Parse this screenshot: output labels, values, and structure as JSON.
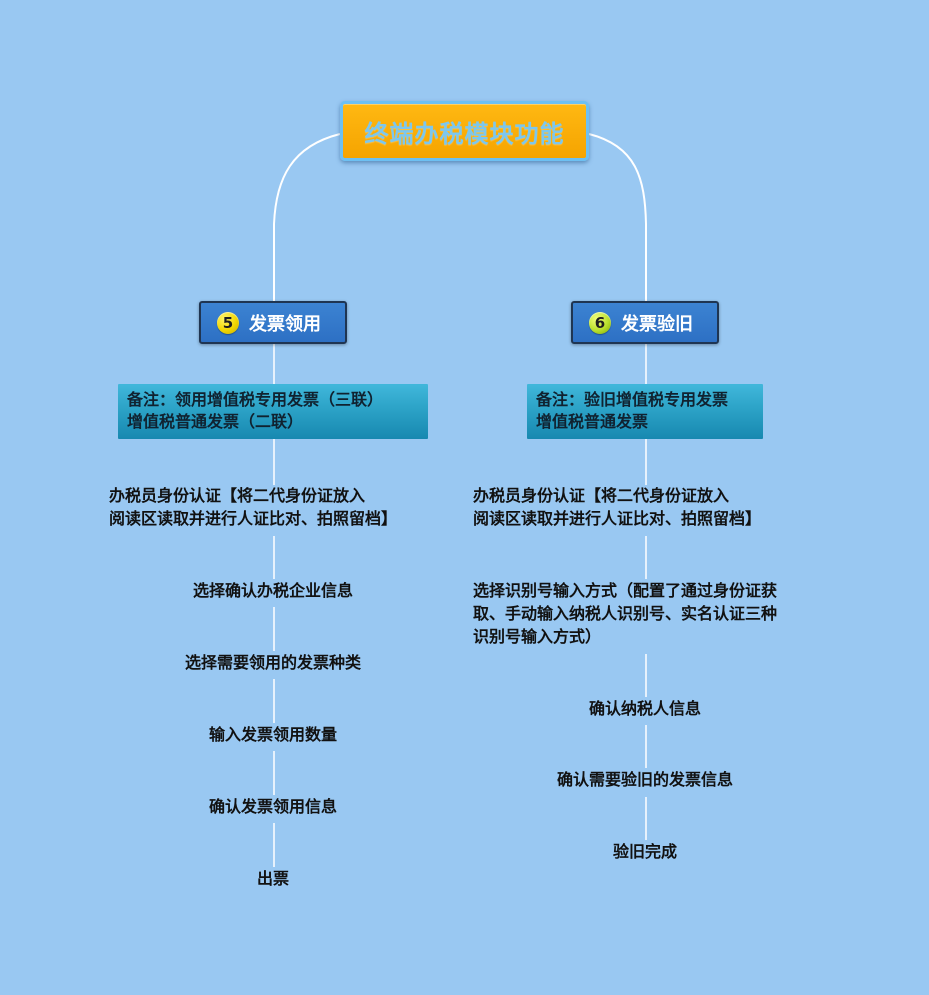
{
  "root": {
    "title": "终端办税模块功能"
  },
  "branches": [
    {
      "number": "5",
      "label": "发票领用",
      "note": "备注：领用增值税专用发票（三联）\n增值税普通发票（二联）",
      "steps": [
        "办税员身份认证【将二代身份证放入\n阅读区读取并进行人证比对、拍照留档】",
        "选择确认办税企业信息",
        "选择需要领用的发票种类",
        "输入发票领用数量",
        "确认发票领用信息",
        "出票"
      ]
    },
    {
      "number": "6",
      "label": "发票验旧",
      "note": "备注：验旧增值税专用发票\n增值税普通发票",
      "steps": [
        "办税员身份认证【将二代身份证放入\n阅读区读取并进行人证比对、拍照留档】",
        "选择识别号输入方式（配置了通过身份证获\n取、手动输入纳税人识别号、实名认证三种\n识别号输入方式）",
        "确认纳税人信息",
        "确认需要验旧的发票信息",
        "验旧完成"
      ]
    }
  ],
  "colors": {
    "background": "#99c8f2",
    "root_fill": "#ffb812",
    "root_text": "#7cc7ee",
    "branch_fill": "#3c83d2",
    "note_fill": "#2ea5c9",
    "connector": "#ffffff"
  }
}
